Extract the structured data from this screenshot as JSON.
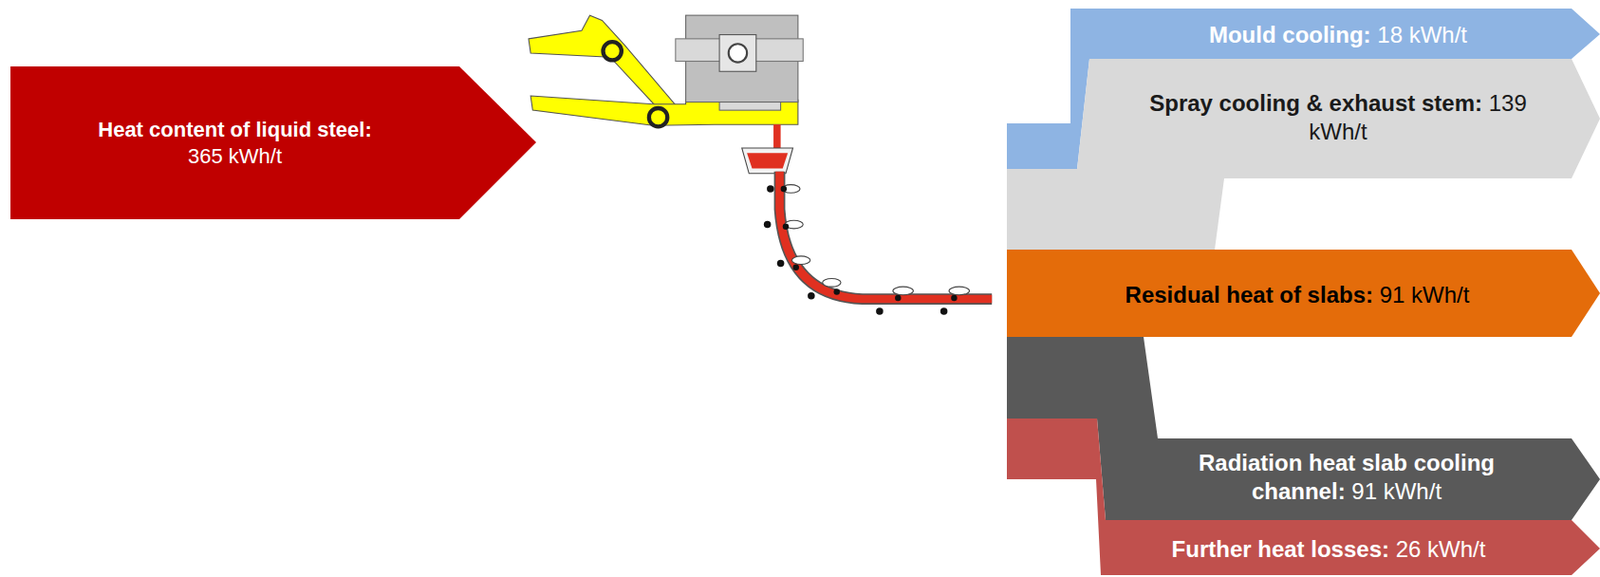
{
  "diagram": {
    "nodes": [
      {
        "text": [
          "Heat content of liquid steel:",
          "365 kWh/t"
        ]
      },
      {
        "text": [
          "Mould cooling:",
          "18 kWh/t"
        ]
      },
      {
        "text": [
          "Spray cooling & exhaust stem:",
          "139 kWh/t"
        ]
      },
      {
        "text": [
          "Residual heat of slabs:",
          "91 kWh/t"
        ]
      },
      {
        "text": [
          "Radiation heat slab cooling channel:",
          "91 kWh/t"
        ]
      },
      {
        "text": [
          "Further heat losses:",
          "26 kWh/t"
        ]
      }
    ]
  }
}
